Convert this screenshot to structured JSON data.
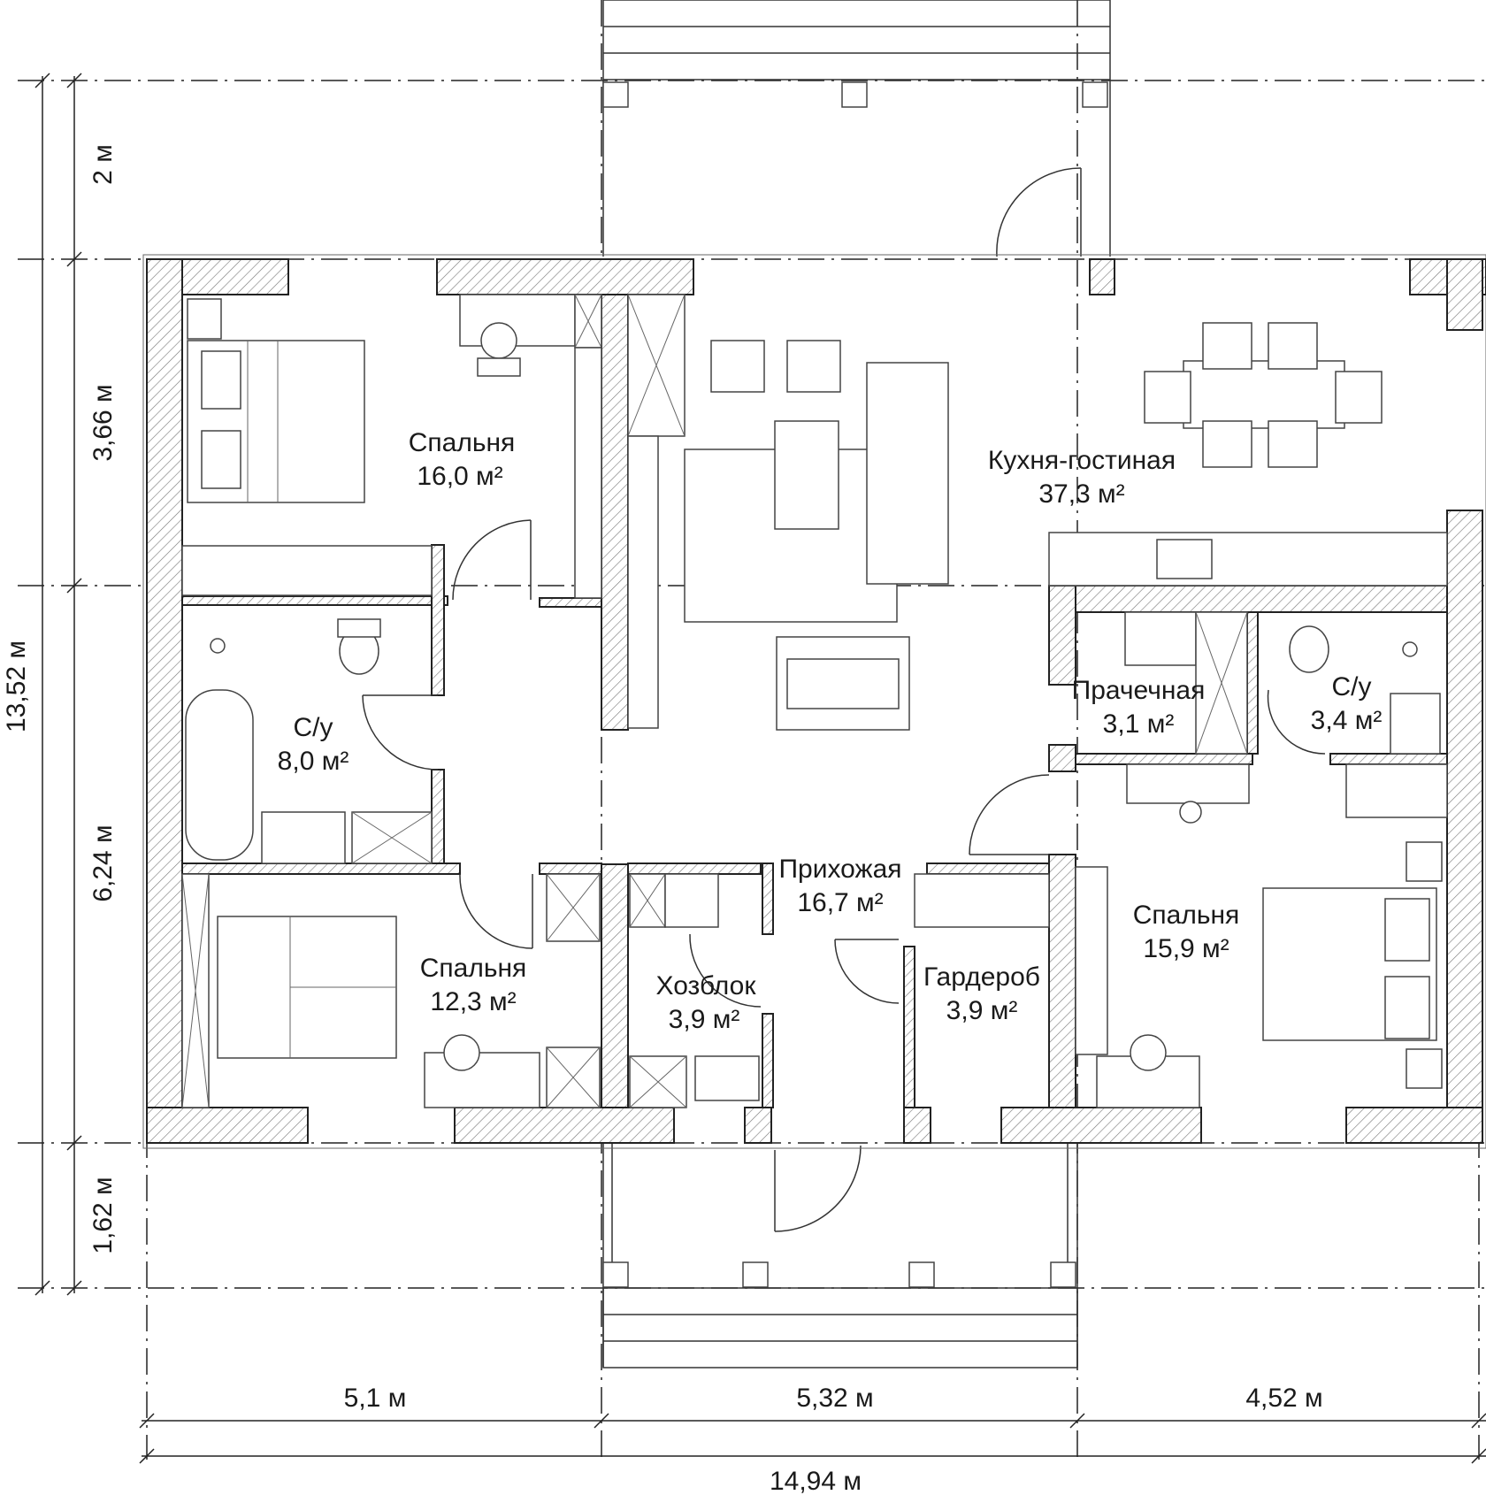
{
  "rooms": [
    {
      "name": "Спальня",
      "area": "16,0 м²"
    },
    {
      "name": "Кухня-гостиная",
      "area": "37,3 м²"
    },
    {
      "name": "С/у",
      "area": "8,0 м²"
    },
    {
      "name": "Прачечная",
      "area": "3,1 м²"
    },
    {
      "name": "С/у",
      "area": "3,4 м²"
    },
    {
      "name": "Прихожая",
      "area": "16,7 м²"
    },
    {
      "name": "Спальня",
      "area": "15,9 м²"
    },
    {
      "name": "Спальня",
      "area": "12,3 м²"
    },
    {
      "name": "Хозблок",
      "area": "3,9 м²"
    },
    {
      "name": "Гардероб",
      "area": "3,9 м²"
    }
  ],
  "dimensions": {
    "left": [
      "2 м",
      "3,66 м",
      "6,24 м",
      "1,62 м"
    ],
    "left_total": "13,52 м",
    "bottom": [
      "5,1 м",
      "5,32 м",
      "4,52 м"
    ],
    "bottom_total": "14,94 м"
  }
}
